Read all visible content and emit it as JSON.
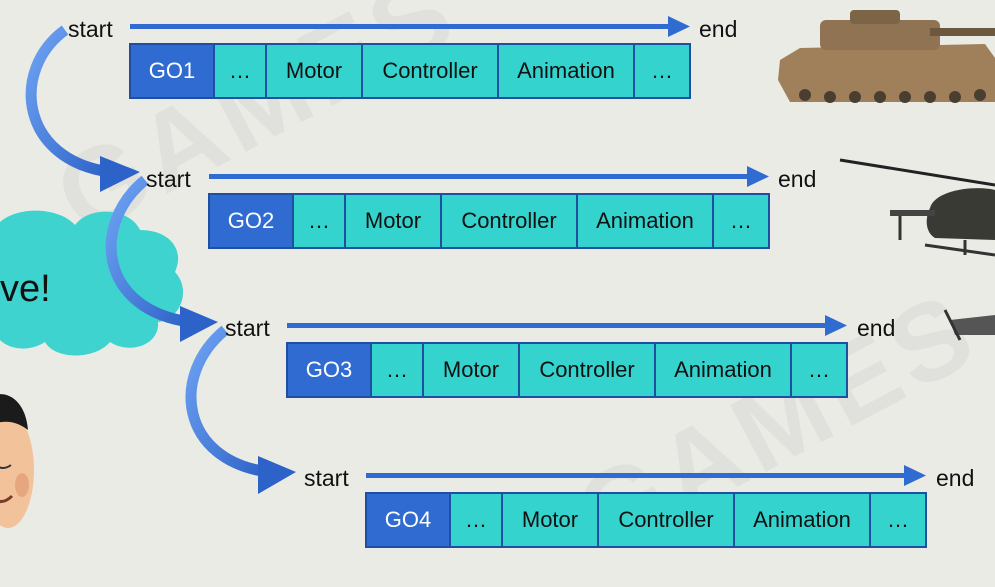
{
  "rows": [
    {
      "start": "start",
      "end": "end",
      "cells": [
        "GO1",
        "…",
        "Motor",
        "Controller",
        "Animation",
        "…"
      ]
    },
    {
      "start": "start",
      "end": "end",
      "cells": [
        "GO2",
        "…",
        "Motor",
        "Controller",
        "Animation",
        "…"
      ]
    },
    {
      "start": "start",
      "end": "end",
      "cells": [
        "GO3",
        "…",
        "Motor",
        "Controller",
        "Animation",
        "…"
      ]
    },
    {
      "start": "start",
      "end": "end",
      "cells": [
        "GO4",
        "…",
        "Motor",
        "Controller",
        "Animation",
        "…"
      ]
    }
  ],
  "speech_bubble": {
    "text": "ve!"
  },
  "watermark": {
    "text": "GAMES"
  },
  "colors": {
    "go_cell": "#2f6bd1",
    "component_cell": "#35d3cd",
    "border": "#1f4fa0",
    "timeline_arrow": "#2f6bd1",
    "cloud": "#3fd3d0",
    "background": "#ebebe6"
  },
  "icons": [
    "tank-image",
    "helicopter-image",
    "aircraft-image",
    "presenter-avatar",
    "speech-cloud"
  ]
}
